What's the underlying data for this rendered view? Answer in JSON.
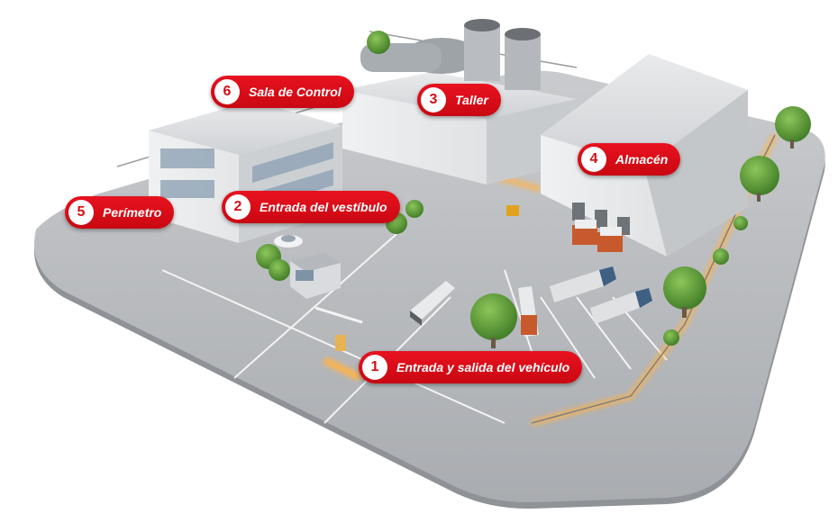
{
  "callouts": [
    {
      "number": "1",
      "label": "Entrada y salida del vehículo"
    },
    {
      "number": "2",
      "label": "Entrada del vestíbulo"
    },
    {
      "number": "3",
      "label": "Taller"
    },
    {
      "number": "4",
      "label": "Almacén"
    },
    {
      "number": "5",
      "label": "Perímetro"
    },
    {
      "number": "6",
      "label": "Sala de Control"
    }
  ],
  "colors": {
    "callout_red": "#d40d18",
    "perimeter_glow": "#ffb347",
    "ground": "#b9bcc0",
    "building": "#e6e7e9",
    "tree": "#5f9e3a"
  }
}
